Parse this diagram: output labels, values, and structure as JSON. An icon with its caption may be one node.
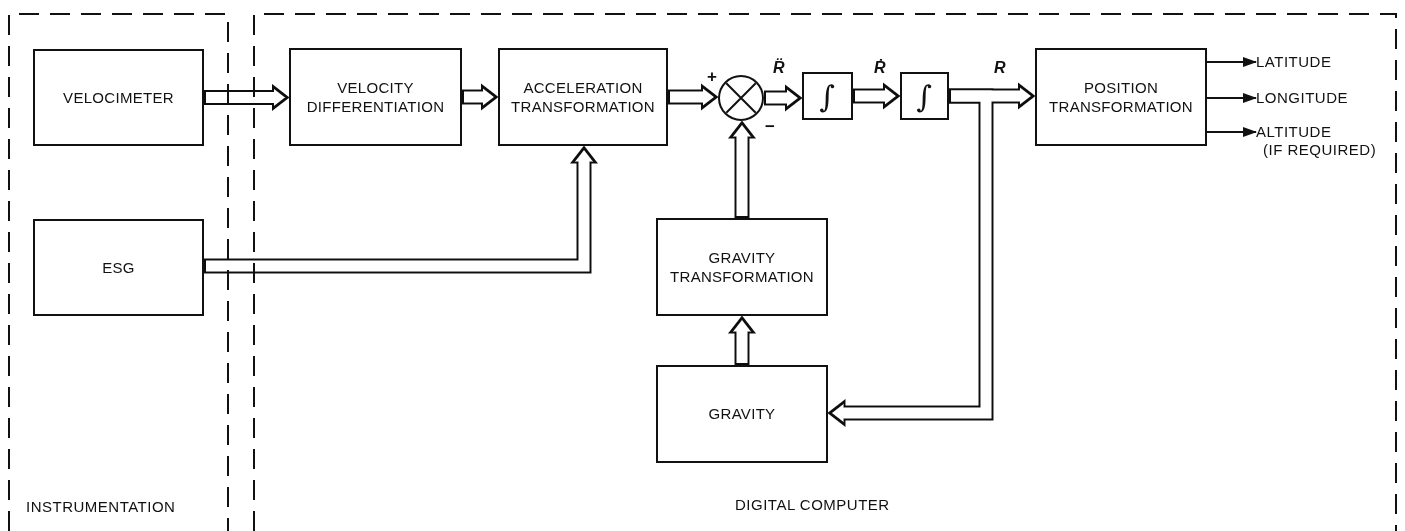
{
  "diagram": {
    "nodes": [
      {
        "text": [
          "INSTRUMENTATION"
        ]
      },
      {
        "text": [
          "DIGITAL COMPUTER"
        ]
      },
      {
        "text": [
          "VELOCIMETER"
        ],
        "in": 0
      },
      {
        "text": [
          "ESG"
        ],
        "in": 0
      },
      {
        "text": [
          "VELOCITY DIFFERENTIATION"
        ],
        "in": 1
      },
      {
        "text": [
          "ACCELERATION TRANSFORMATION"
        ],
        "in": 1
      },
      {
        "text": [],
        "shape": "circle",
        "in": 1
      },
      {
        "text": [
          "∫"
        ],
        "in": 1
      },
      {
        "text": [
          "∫"
        ],
        "in": 1
      },
      {
        "text": [
          "POSITION TRANSFORMATION"
        ],
        "in": 1
      },
      {
        "text": [
          "GRAVITY TRANSFORMATION"
        ],
        "in": 1
      },
      {
        "text": [
          "GRAVITY"
        ],
        "in": 1
      },
      {
        "text": [
          "LATITUDE"
        ],
        "in": 1
      },
      {
        "text": [
          "LONGITUDE"
        ],
        "in": 1
      },
      {
        "text": [
          "ALTITUDE",
          "(IF REQUIRED)"
        ],
        "in": 1
      }
    ],
    "edges": [
      {
        "from": 2,
        "to": 4,
        "arrow": "to"
      },
      {
        "from": 4,
        "to": 5,
        "arrow": "to"
      },
      {
        "from": 3,
        "to": 5,
        "arrow": "to"
      },
      {
        "from": 5,
        "to": 6,
        "arrow": "to"
      },
      {
        "from": 6,
        "to": 7,
        "arrow": "to",
        "label": "R̈"
      },
      {
        "from": 7,
        "to": 8,
        "arrow": "to",
        "label": "Ṙ"
      },
      {
        "from": 8,
        "to": 9,
        "arrow": "to",
        "label": "R"
      },
      {
        "from": 8,
        "to": 11,
        "arrow": "to"
      },
      {
        "from": 11,
        "to": 10,
        "arrow": "to"
      },
      {
        "from": 10,
        "to": 6,
        "arrow": "to"
      },
      {
        "from": 9,
        "to": 12,
        "arrow": "to"
      },
      {
        "from": 9,
        "to": 13,
        "arrow": "to"
      },
      {
        "from": 9,
        "to": 14,
        "arrow": "to"
      }
    ],
    "labels": [
      "+",
      "−"
    ]
  }
}
